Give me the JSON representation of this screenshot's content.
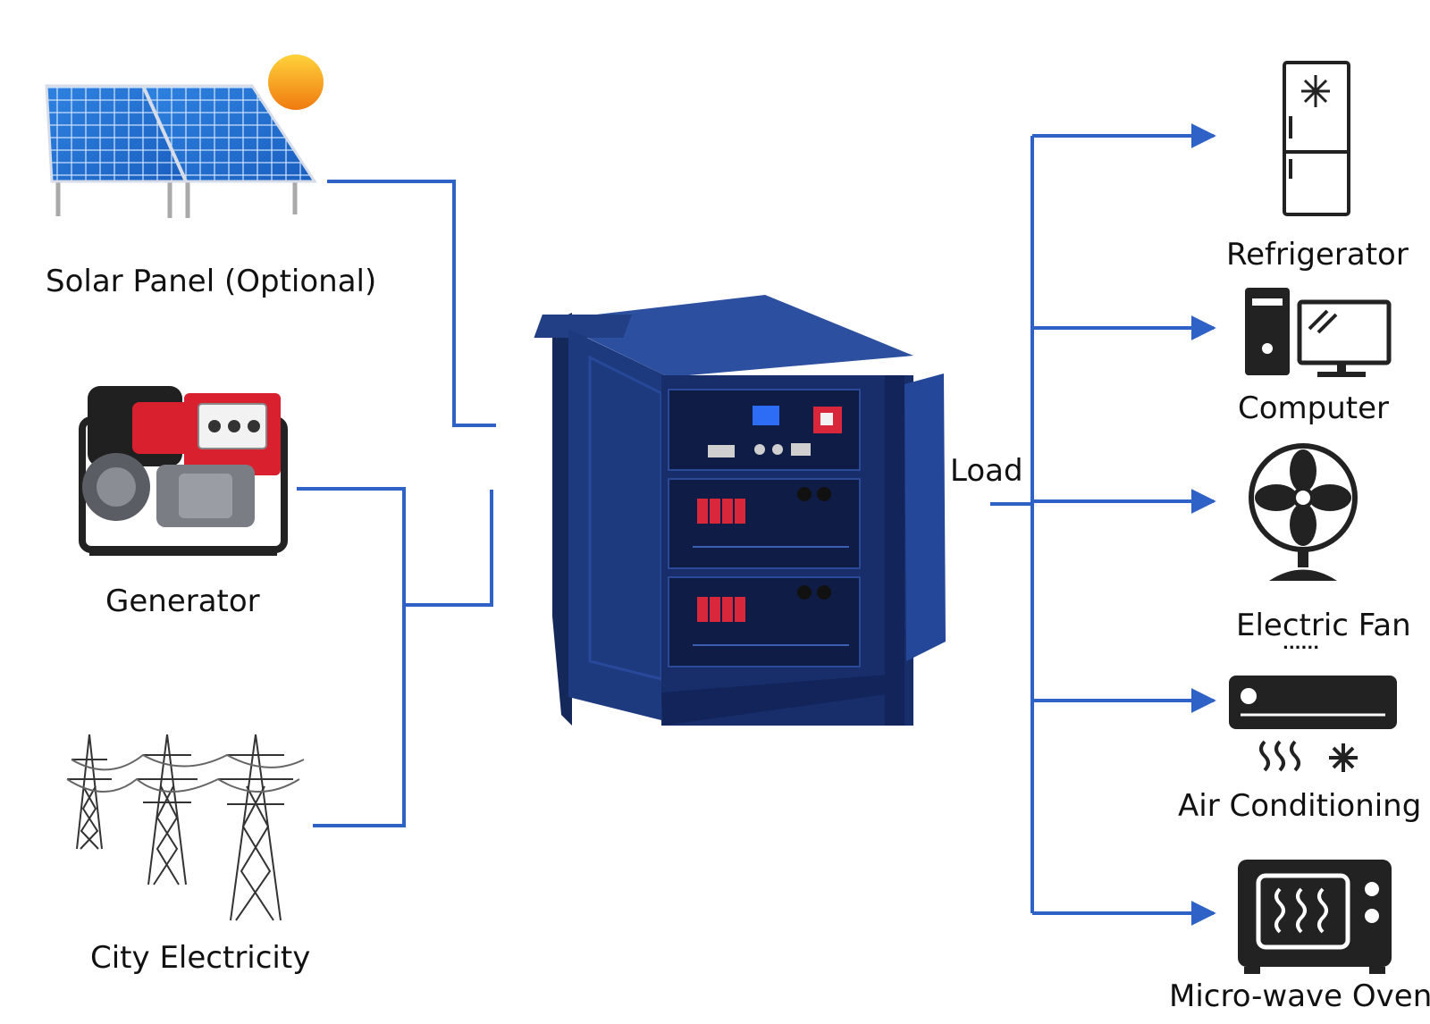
{
  "sources": [
    {
      "id": "solar",
      "label": "Solar Panel (Optional)"
    },
    {
      "id": "generator",
      "label": "Generator"
    },
    {
      "id": "grid",
      "label": "City Electricity"
    }
  ],
  "center": {
    "load_label": "Load"
  },
  "loads": [
    {
      "id": "refrigerator",
      "label": "Refrigerator"
    },
    {
      "id": "computer",
      "label": "Computer"
    },
    {
      "id": "fan",
      "label": "Electric Fan"
    },
    {
      "id": "ellipsis",
      "label": "......"
    },
    {
      "id": "aircon",
      "label": "Air Conditioning"
    },
    {
      "id": "microwave",
      "label": "Micro-wave Oven"
    }
  ],
  "colors": {
    "line": "#2f62c6",
    "cabinet": "#1f3f86",
    "cabinet_dark": "#16295a",
    "terminal_red": "#d8263a"
  }
}
